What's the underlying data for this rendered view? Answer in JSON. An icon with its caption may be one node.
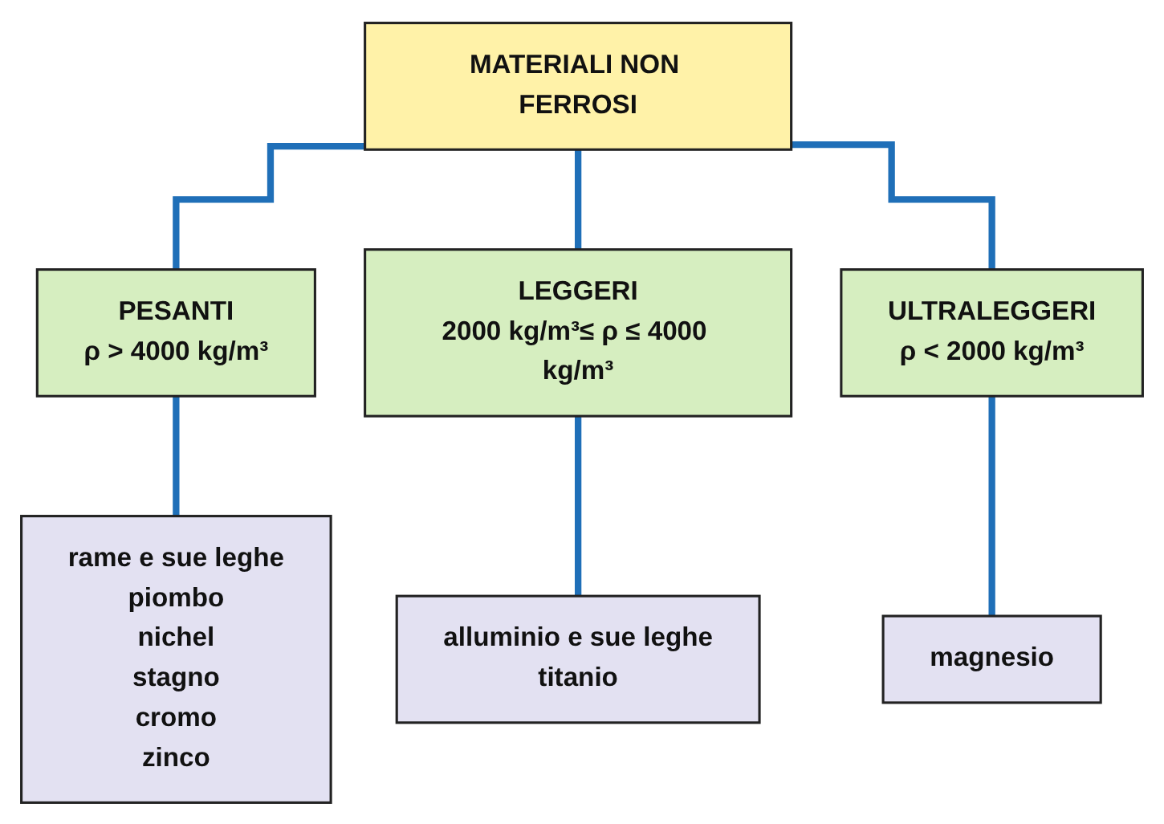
{
  "diagram": {
    "nodes": [
      {
        "text": [
          "MATERIALI NON FERROSI"
        ]
      },
      {
        "text": [
          "PESANTI",
          "ρ > 4000 kg/m³"
        ]
      },
      {
        "text": [
          "LEGGERI",
          "2000 kg/m³≤ ρ ≤ 4000 kg/m³"
        ]
      },
      {
        "text": [
          "ULTRALEGGERI",
          "ρ < 2000 kg/m³"
        ]
      },
      {
        "text": [
          "rame e sue leghe",
          "piombo",
          "nichel",
          "stagno",
          "cromo",
          "zinco"
        ]
      },
      {
        "text": [
          "alluminio e sue leghe",
          "titanio"
        ]
      },
      {
        "text": [
          "magnesio"
        ]
      }
    ],
    "edges": [
      {
        "from": 0,
        "to": 1,
        "arrow": "none"
      },
      {
        "from": 0,
        "to": 2,
        "arrow": "none"
      },
      {
        "from": 0,
        "to": 3,
        "arrow": "none"
      },
      {
        "from": 1,
        "to": 4,
        "arrow": "none"
      },
      {
        "from": 2,
        "to": 5,
        "arrow": "none"
      },
      {
        "from": 3,
        "to": 6,
        "arrow": "none"
      }
    ]
  }
}
